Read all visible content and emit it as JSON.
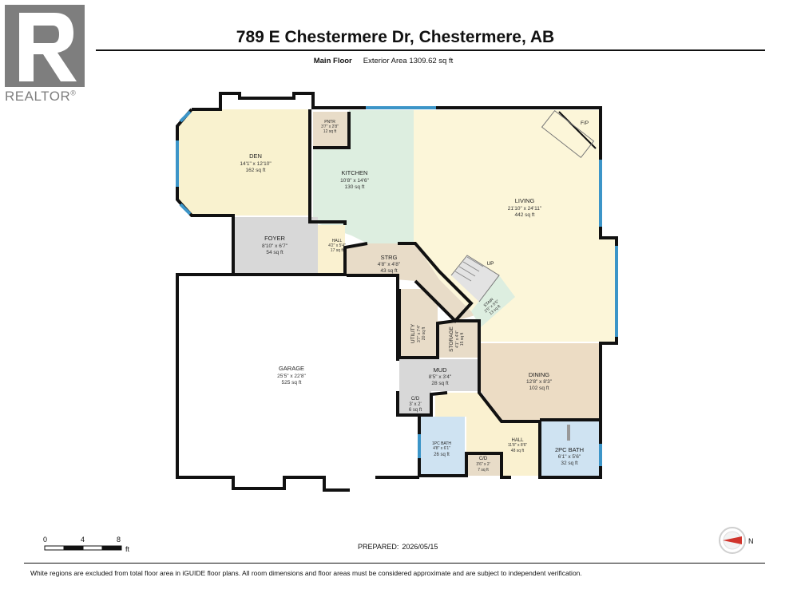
{
  "header": {
    "logo_text": "REALTOR",
    "logo_mark": "®",
    "address": "789 E Chestermere Dr, Chestermere, AB",
    "floor_label": "Main Floor",
    "exterior_area": "Exterior Area 1309.62 sq ft"
  },
  "rooms": {
    "den": {
      "name": "DEN",
      "dims": "14'1\" x 12'10\"",
      "area": "162 sq ft"
    },
    "pntr": {
      "name": "PNTR",
      "dims": "3'7\" x 2'8\"",
      "area": "12 sq ft"
    },
    "kitchen": {
      "name": "KITCHEN",
      "dims": "10'8\" x 14'6\"",
      "area": "130 sq ft"
    },
    "living": {
      "name": "LIVING",
      "dims": "21'10\" x 24'11\"",
      "area": "442 sq ft"
    },
    "fp": {
      "name": "F/P"
    },
    "foyer": {
      "name": "FOYER",
      "dims": "8'10\" x 6'7\"",
      "area": "54 sq ft"
    },
    "hall_small": {
      "name": "HALL",
      "dims": "4'2\" x 5'4\"",
      "area": "17 sq ft"
    },
    "strg": {
      "name": "STRG",
      "dims": "4'8\" x 4'8\"",
      "area": "43 sq ft"
    },
    "up": {
      "name": "UP"
    },
    "stair": {
      "name": "STAIR",
      "dims": "2'5\" x 5'5\"",
      "area": "13 sq ft"
    },
    "garage": {
      "name": "GARAGE",
      "dims": "25'5\" x 22'8\"",
      "area": "525 sq ft"
    },
    "utility": {
      "name": "UTILITY",
      "dims": "3'7\" x 7'4\"",
      "area": "20 sq ft"
    },
    "storage": {
      "name": "STORAGE",
      "dims": "4'1\" x 4'4\"",
      "area": "15 sq ft"
    },
    "mud": {
      "name": "MUD",
      "dims": "8'5\" x 3'4\"",
      "area": "28 sq ft"
    },
    "cld1": {
      "name": "C/D",
      "dims": "3' x 2'",
      "area": "6 sq ft"
    },
    "dining": {
      "name": "DINING",
      "dims": "12'8\" x 8'3\"",
      "area": "102 sq ft"
    },
    "bath1": {
      "name": "1PC BATH",
      "dims": "4'8\" x 6'1\"",
      "area": "26 sq ft"
    },
    "hall": {
      "name": "HALL",
      "dims": "11'8\" x 8'6\"",
      "area": "48 sq ft"
    },
    "cld2": {
      "name": "C/D",
      "dims": "3'6\" x 2'",
      "area": "7 sq ft"
    },
    "bath2": {
      "name": "2PC BATH",
      "dims": "6'1\" x 5'6\"",
      "area": "32 sq ft"
    }
  },
  "scale": {
    "ticks": [
      "0",
      "4",
      "8"
    ],
    "unit": "ft"
  },
  "compass": {
    "direction": "N"
  },
  "footer": {
    "prepared_label": "PREPARED:",
    "prepared_date": "2026/05/15",
    "disclaimer": "White regions are excluded from total floor area in iGUIDE floor plans. All room dimensions and floor areas must be considered approximate and are subject to independent verification."
  },
  "colors": {
    "den": "#f9f2cf",
    "kitchen": "#ddeee0",
    "living": "#fcf6d9",
    "foyer": "#d8d8d8",
    "strg": "#e8dcc8",
    "garage": "#ffffff",
    "dining": "#ecdcc4",
    "bath": "#cfe3f2",
    "hall": "#faf1d0",
    "window": "#3c95c8",
    "wall": "#111111"
  }
}
